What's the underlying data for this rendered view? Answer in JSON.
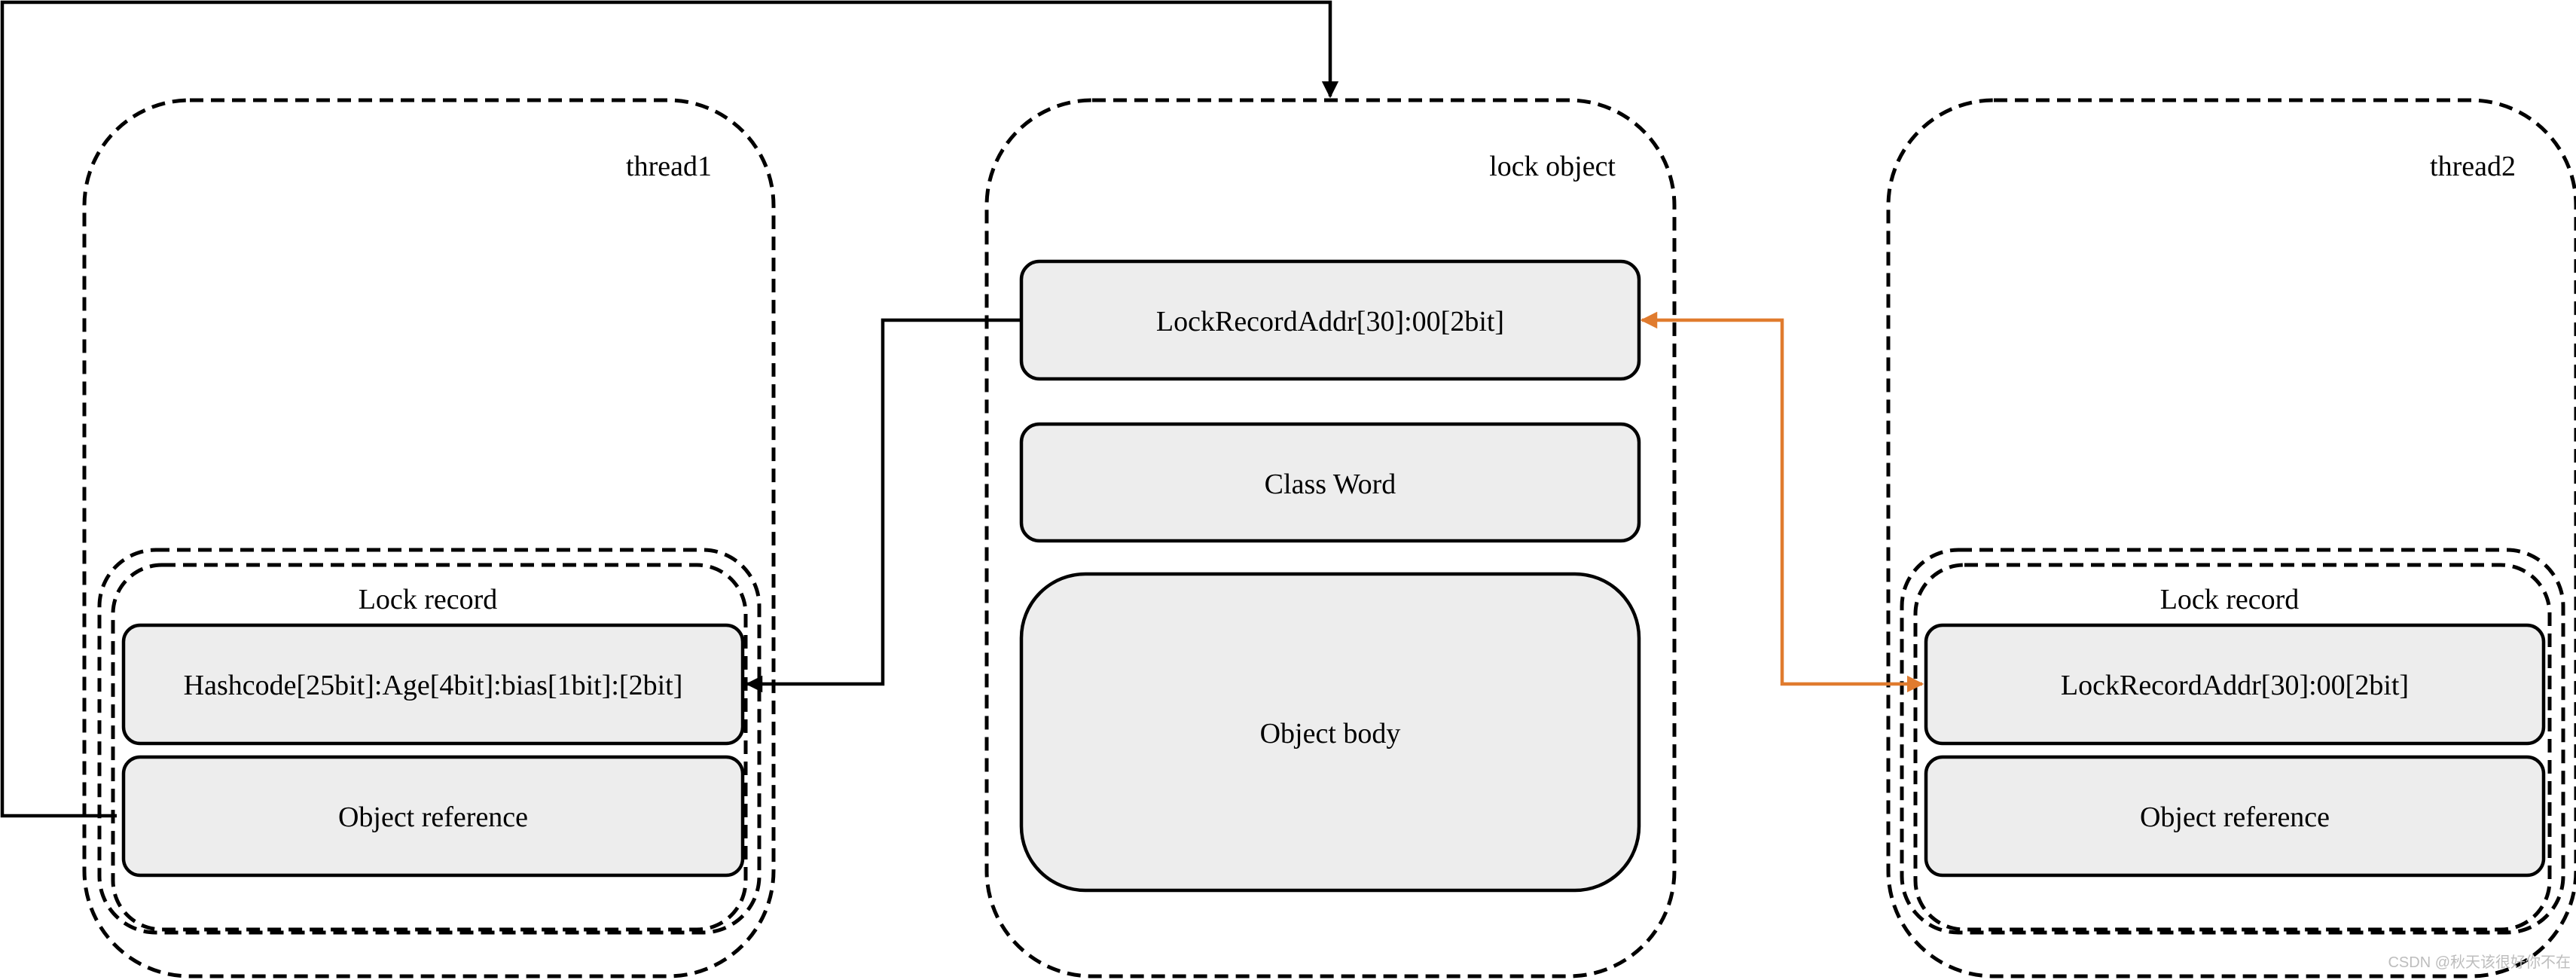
{
  "colors": {
    "background": "#ffffff",
    "box_fill": "#ededed",
    "stroke": "#000000",
    "orange_arrow": "#e07b2e",
    "watermark": "#bdbdbd"
  },
  "thread1": {
    "title": "thread1",
    "lock_record": {
      "title": "Lock record",
      "mark_word": "Hashcode[25bit]:Age[4bit]:bias[1bit]:[2bit]",
      "object_reference": "Object reference"
    }
  },
  "lock_object": {
    "title": "lock object",
    "mark_word": "LockRecordAddr[30]:00[2bit]",
    "class_word": "Class Word",
    "object_body": "Object body"
  },
  "thread2": {
    "title": "thread2",
    "lock_record": {
      "title": "Lock record",
      "mark_word": "LockRecordAddr[30]:00[2bit]",
      "object_reference": "Object reference"
    }
  },
  "connectors": [
    {
      "from": "thread1 object reference",
      "to": "lock object",
      "color": "black",
      "arrow": "end"
    },
    {
      "from": "lock object mark word",
      "to": "thread1 lock record mark word",
      "color": "black",
      "arrow": "end"
    },
    {
      "from": "thread2 lock record mark word",
      "to": "lock object mark word",
      "color": "orange",
      "arrow": "both"
    }
  ],
  "watermark": "CSDN @秋天该很好你不在"
}
